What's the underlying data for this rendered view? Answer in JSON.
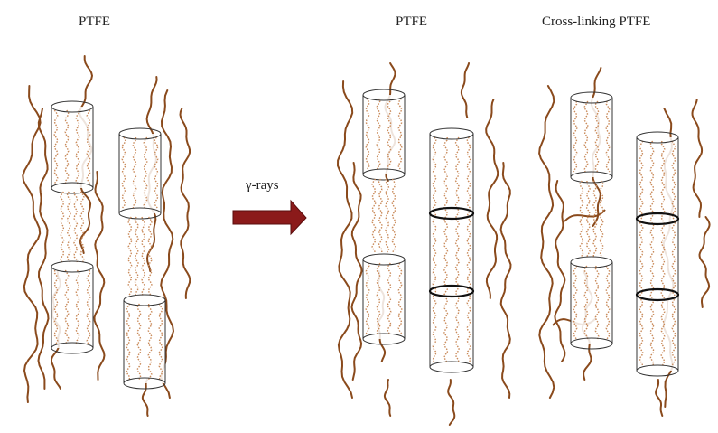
{
  "labels": {
    "left_title": "PTFE",
    "middle_title": "PTFE",
    "right_title": "Cross-linking PTFE",
    "arrow_label": "γ-rays"
  },
  "colors": {
    "chain": "#8a4a1c",
    "helix": "#c98a5a",
    "cylinder": "#333333",
    "arrow": "#8b1a1a"
  },
  "panels": [
    {
      "name": "pristine-ptfe",
      "state": "intact"
    },
    {
      "name": "irradiated-ptfe",
      "state": "chain-scission"
    },
    {
      "name": "cross-linked-ptfe",
      "state": "cross-linked"
    }
  ]
}
